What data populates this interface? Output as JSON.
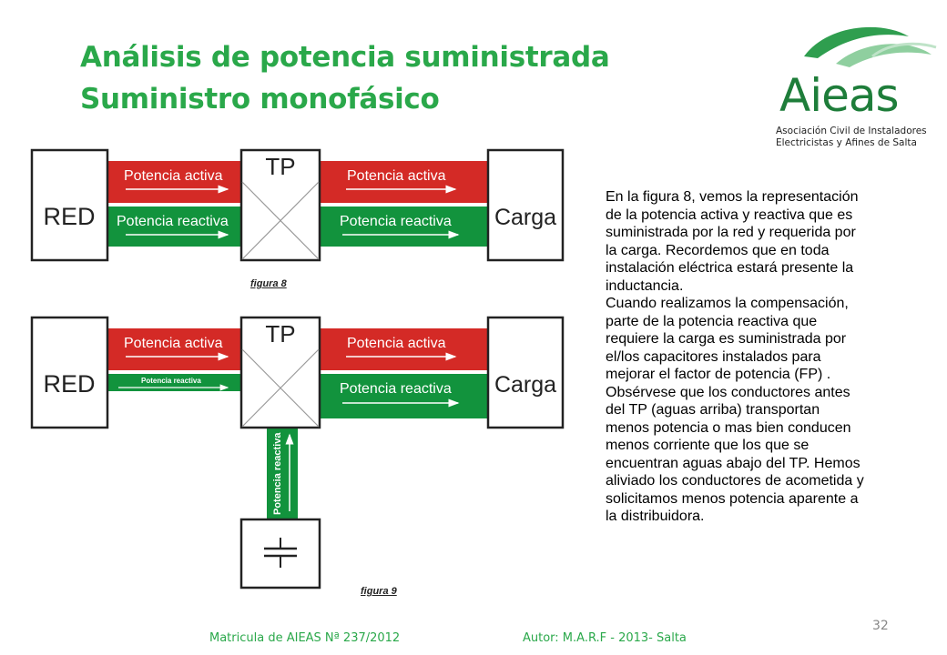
{
  "title": {
    "line1": "Análisis de potencia suministrada",
    "line2": "Suministro monofásico"
  },
  "logo": {
    "word": "Aieas",
    "sub1": "Asociación Civil de Instaladores",
    "sub2": "Electricistas y Afines de Salta"
  },
  "figure8": {
    "red": "RED",
    "tp": "TP",
    "carga": "Carga",
    "activa_left": "Potencia activa",
    "reactiva_left": "Potencia reactiva",
    "activa_right": "Potencia activa",
    "reactiva_right": "Potencia reactiva",
    "caption": "figura 8"
  },
  "figure9": {
    "red": "RED",
    "tp": "TP",
    "carga": "Carga",
    "activa_left": "Potencia activa",
    "reactiva_left": "Potencia reactiva",
    "activa_right": "Potencia activa",
    "reactiva_right": "Potencia reactiva",
    "reactiva_vertical": "Potencia reactiva",
    "caption": "figura 9"
  },
  "paragraph": [
    "En la figura 8, vemos la representación",
    "de la potencia activa y reactiva que es",
    "suministrada por la red y requerida por",
    "la carga. Recordemos que en toda",
    "instalación eléctrica estará presente la",
    "inductancia.",
    "Cuando realizamos la compensación,",
    "parte de la potencia reactiva que",
    "requiere la carga es suministrada por",
    "el/los capacitores instalados para",
    "mejorar el factor de potencia (FP) .",
    "Obsérvese que los conductores antes",
    "del TP (aguas arriba) transportan",
    "menos potencia o mas bien conducen",
    "menos corriente  que los que se",
    "encuentran aguas abajo del TP. Hemos",
    "aliviado los conductores de acometida y",
    "solicitamos menos potencia aparente a",
    "la distribuidora."
  ],
  "footer": {
    "left": "Matricula  de AIEAS Nª 237/2012",
    "right": "Autor: M.A.R.F - 2013- Salta"
  },
  "page_number": "32",
  "colors": {
    "title_green": "#2aa84a",
    "band_red": "#d42a26",
    "band_green": "#12933d",
    "logo_green": "#1e7d3a"
  }
}
